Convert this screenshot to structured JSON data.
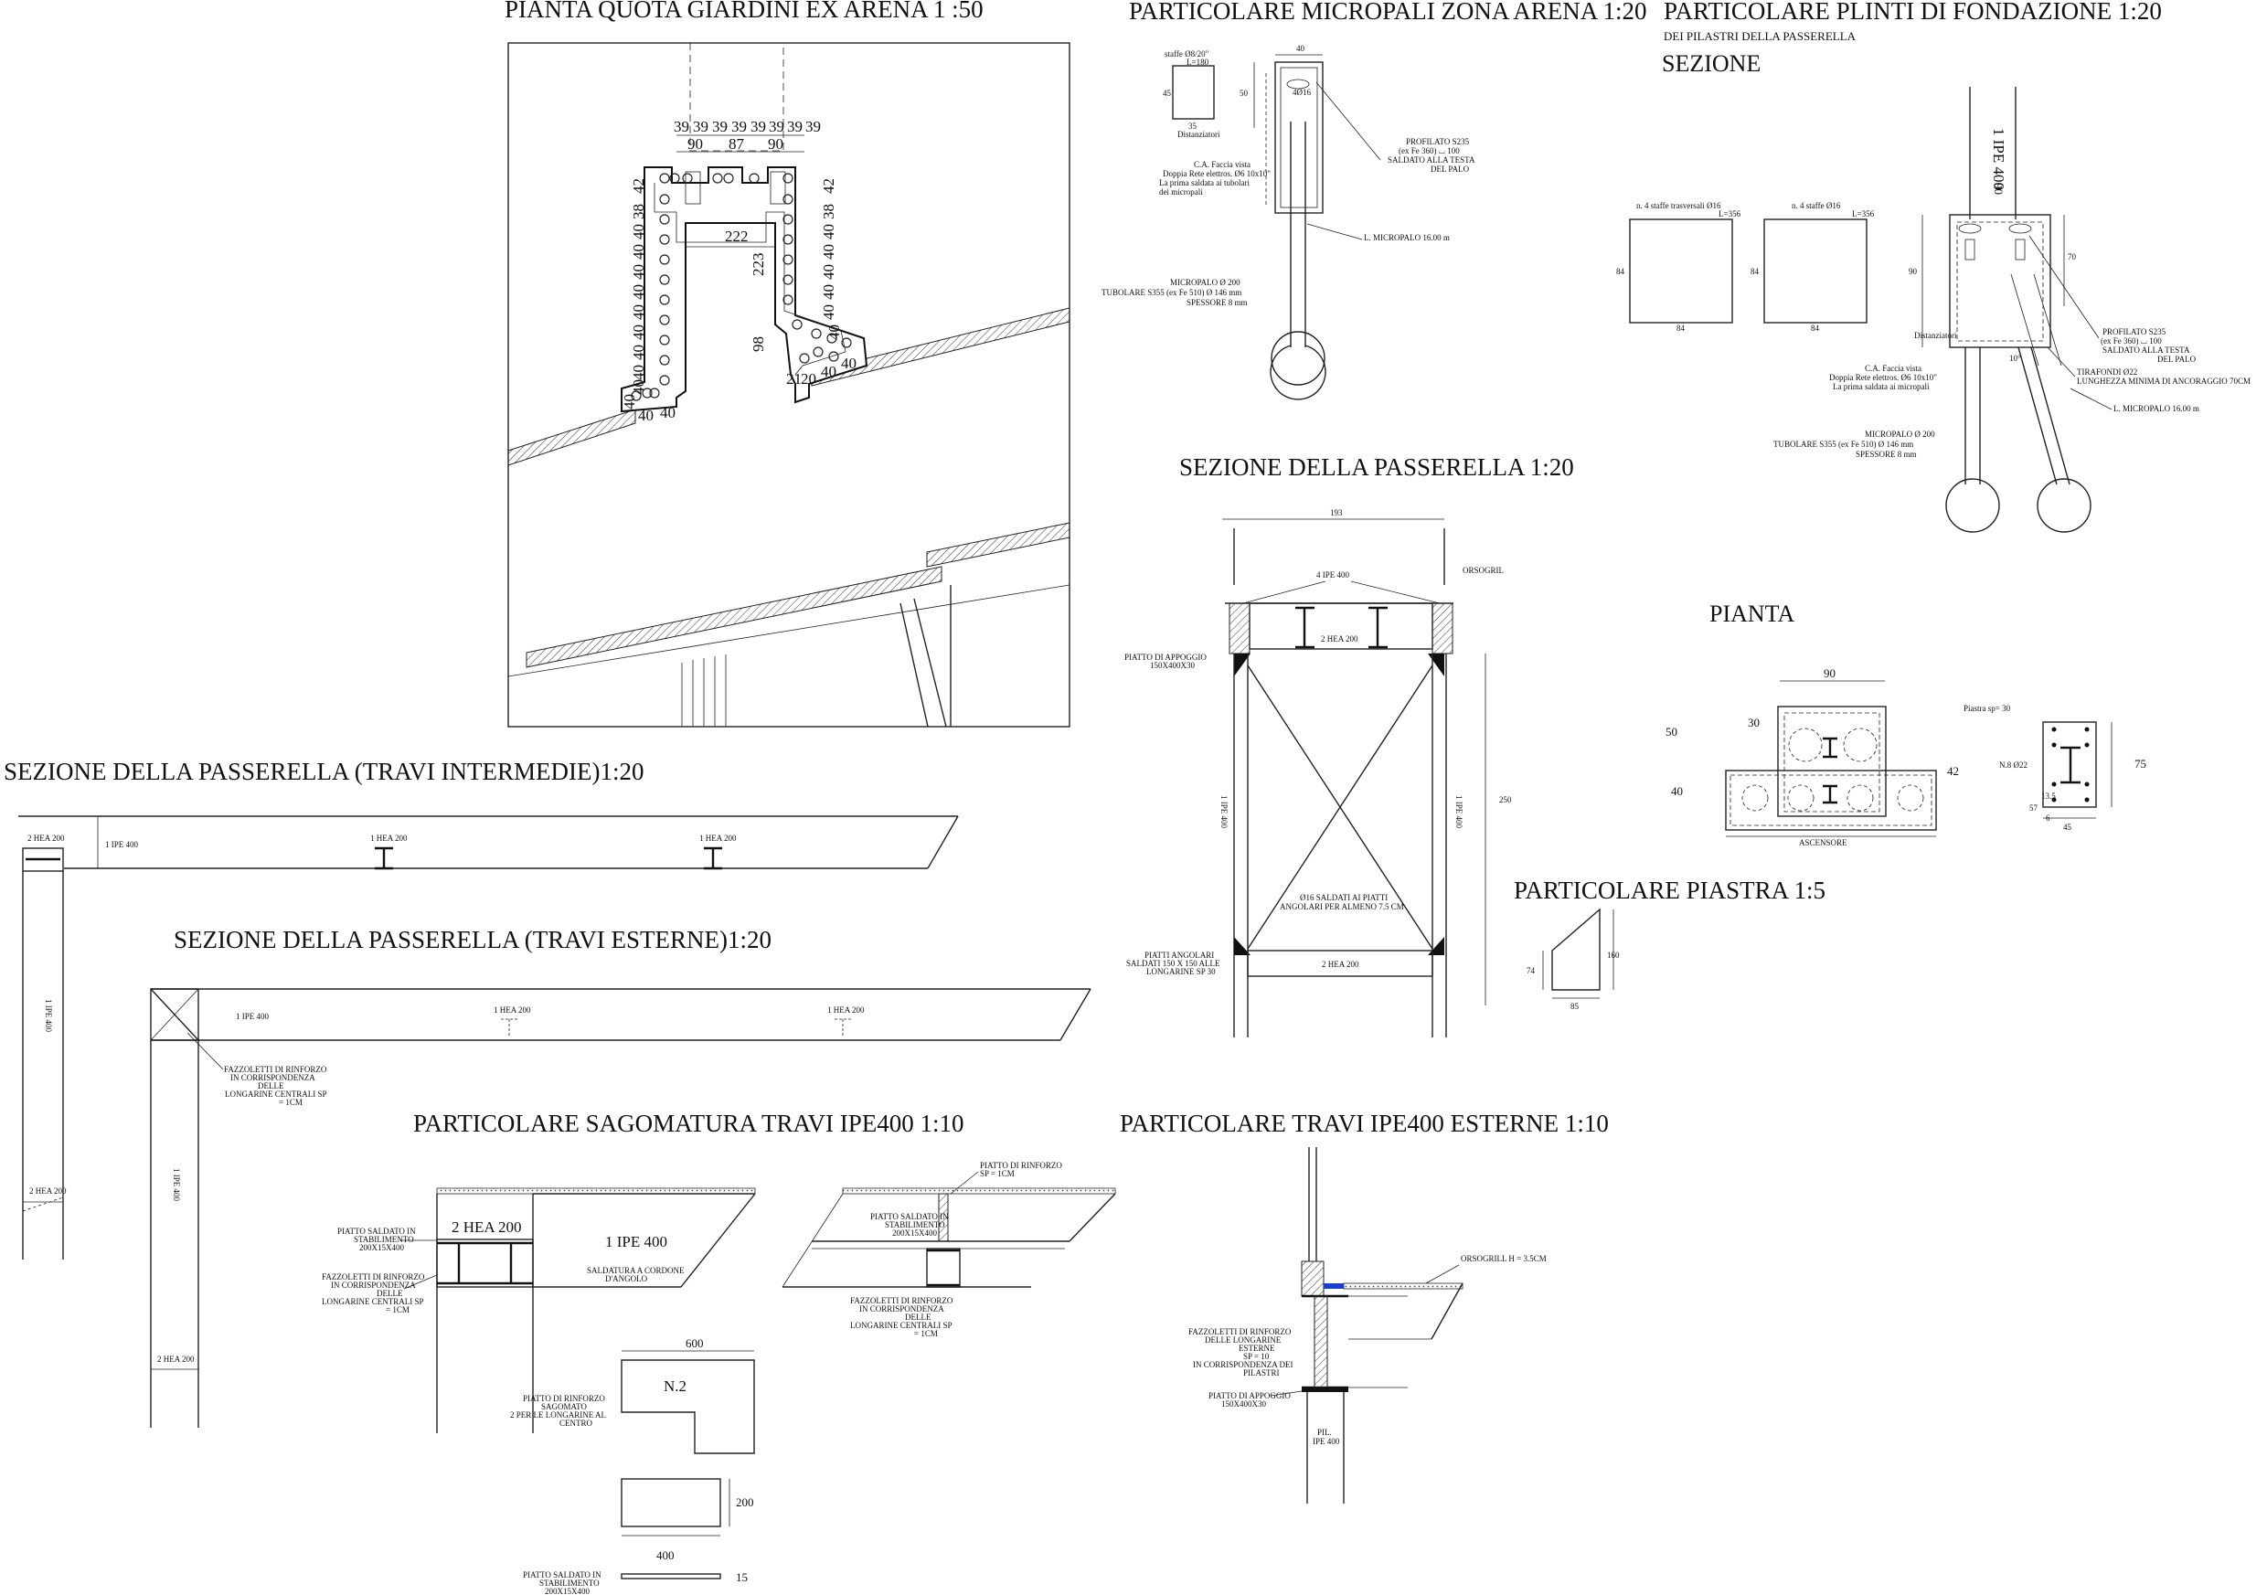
{
  "titles": {
    "pianta_giardini": "PIANTA QUOTA GIARDINI EX ARENA 1 :50",
    "micropali": "PARTICOLARE MICROPALI ZONA ARENA 1:20",
    "plinti": "PARTICOLARE PLINTI DI FONDAZIONE 1:20",
    "plinti_sub": "DEI PILASTRI DELLA PASSERELLA",
    "sezione": "SEZIONE",
    "sezione_passerella": "SEZIONE DELLA PASSERELLA 1:20",
    "pianta": "PIANTA",
    "travi_intermedie": "SEZIONE DELLA PASSERELLA (TRAVI INTERMEDIE)1:20",
    "travi_esterne": "SEZIONE DELLA PASSERELLA (TRAVI ESTERNE)1:20",
    "piastra": "PARTICOLARE PIASTRA 1:5",
    "sagomatura": "PARTICOLARE SAGOMATURA TRAVI IPE400 1:10",
    "ipe_esterne": "PARTICOLARE TRAVI IPE400 ESTERNE 1:10"
  },
  "plan": {
    "top_dims": [
      "39",
      "39",
      "39",
      "39",
      "39",
      "39",
      "39",
      "39"
    ],
    "mid_dims": [
      "90",
      "87",
      "90"
    ],
    "left_dims": [
      "42",
      "38",
      "40",
      "40",
      "40",
      "40",
      "40",
      "40",
      "40",
      "40",
      "40",
      "40"
    ],
    "right_dims": [
      "42",
      "38",
      "40",
      "40",
      "40",
      "40",
      "40",
      "40"
    ],
    "inner_w": "222",
    "inner_h": "223",
    "inner_h2": "98",
    "base_l": "40",
    "base_l2": "40",
    "base_r": "40",
    "base_r2": "40",
    "base_mid": "21",
    "base_mid2": "20"
  },
  "micropali": {
    "staffe": "staffe Ø8/20\"",
    "staffe_l": "L=180",
    "dim_45": "45",
    "dim_35": "35",
    "dim_50": "50",
    "dim_40": "40",
    "bars": "4Ø16",
    "distanziatori": "Distanziatori",
    "ca1": "C.A. Faccia vista",
    "ca2": "Doppia Rete elettros. Ø6 10x10\"",
    "ca3": "La prima saldata ai tubolari",
    "ca4": "dei micropali",
    "prof1": "PROFILATO S235",
    "prof2": "(ex Fe 360) ⌴ 100",
    "prof3": "SALDATO ALLA TESTA",
    "prof4": "DEL PALO",
    "lmicro": "L. MICROPALO 16.00 m",
    "mp1": "MICROPALO  Ø 200",
    "mp2": "TUBOLARE S355 (ex Fe 510) Ø 146 mm",
    "mp3": "SPESSORE 8 mm"
  },
  "plinti": {
    "st1a": "n. 4 staffe trasversali Ø16",
    "st1b": "L=356",
    "st2a": "n. 4 staffe Ø16",
    "st2b": "L=356",
    "d84a": "84",
    "d84b": "84",
    "d84c": "84",
    "d84d": "84",
    "ipe": "1 IPE 400",
    "d90": "90",
    "d90b": "90",
    "d70": "70",
    "prof1": "PROFILATO S235",
    "prof2": "(ex Fe 360) ⌴ 100",
    "prof3": "SALDATO ALLA TESTA",
    "prof4": "DEL PALO",
    "dist": "Distanziatori",
    "ca1": "C.A. Faccia vista",
    "ca2": "Doppia Rete elettros. Ø6 10x10\"",
    "ca3": "La prima saldata ai micropali",
    "tir1": "TIRAFONDI Ø22",
    "tir2": "LUNGHEZZA MINIMA DI ANCORAGGIO 70CM",
    "lmicro": "L. MICROPALO 16.00 m",
    "mp1": "MICROPALO  Ø 200",
    "mp2": "TUBOLARE S355 (ex Fe 510) Ø 146 mm",
    "mp3": "SPESSORE 8 mm",
    "ang": "10°"
  },
  "section": {
    "w": "193",
    "ipe": "4 IPE 400",
    "orso": "ORSOGRIL",
    "hea_top": "2 HEA 200",
    "hea_bot": "2 HEA 200",
    "piatto1": "PIATTO DI APPOGGIO",
    "piatto2": "150X400X30",
    "ipe_l": "1 IPE 400",
    "ipe_r": "1 IPE 400",
    "h": "250",
    "diag1": "Ø16 SALDATI AI PIATTI",
    "diag2": "ANGOLARI PER ALMENO 7.5 CM",
    "ang1": "PIATTI ANGOLARI",
    "ang2": "SALDATI 150 X 150 ALLE",
    "ang3": "LONGARINE SP 30"
  },
  "pianta": {
    "d90": "90",
    "d30": "30",
    "d50": "50",
    "d40": "40",
    "d42": "42",
    "asc": "ASCENSORE",
    "piastra": "Piastra sp= 30",
    "n8": "N.8 Ø22",
    "d75": "75",
    "d135": "13.5",
    "d57": "57",
    "d6": "6",
    "d45": "45"
  },
  "piastra": {
    "d160": "160",
    "d74": "74",
    "d85": "85"
  },
  "intermedie": {
    "hea": "2 HEA 200",
    "ipe": "1 IPE 400",
    "hea_a": "1 HEA 200",
    "hea_b": "1 HEA 200",
    "ipe_v": "1 IPE 400",
    "hea_bot": "2 HEA 200"
  },
  "esterne": {
    "ipe": "1 IPE 400",
    "hea_a": "1 HEA 200",
    "hea_b": "1 HEA 200",
    "ipe_v": "1 IPE 400",
    "f1": "FAZZOLETTI DI RINFORZO",
    "f2": "IN CORRISPONDENZA",
    "f3": "DELLE",
    "f4": "LONGARINE CENTRALI SP",
    "f5": "= 1CM",
    "hea_bot": "2 HEA 200"
  },
  "sagomatura": {
    "p1": "PIATTO SALDATO IN",
    "p2": "STABILIMENTO",
    "p3": "200X15X400",
    "hea": "2 HEA 200",
    "ipe": "1 IPE 400",
    "f1": "FAZZOLETTI DI RINFORZO",
    "f2": "IN CORRISPONDENZA",
    "f3": "DELLE",
    "f4": "LONGARINE CENTRALI SP",
    "f5": "= 1CM",
    "sald1": "SALDATURA A CORDONE",
    "sald2": "D'ANGOLO",
    "r1": "PIATTO DI RINFORZO",
    "r2": "SP = 1CM",
    "q1": "PIATTO SALDATO IN",
    "q2": "STABILIMENTO",
    "q3": "200X15X400",
    "g1": "FAZZOLETTI DI RINFORZO",
    "g2": "IN CORRISPONDENZA",
    "g3": "DELLE",
    "g4": "LONGARINE CENTRALI SP",
    "g5": "= 1CM",
    "d600": "600",
    "n2": "N.2",
    "s1": "PIATTO DI RINFORZO",
    "s2": "SAGOMATO",
    "s3": "2 PER LE LONGARINE AL",
    "s4": "CENTRO",
    "d200": "200",
    "d400": "400",
    "t1": "PIATTO SALDATO IN",
    "t2": "STABILIMENTO",
    "t3": "200X15X400",
    "d15": "15"
  },
  "ipe_est": {
    "orso": "ORSOGRILL H = 3.5CM",
    "f1": "FAZZOLETTI DI RINFORZO",
    "f2": "DELLE LONGARINE",
    "f3": "ESTERNE",
    "f4": "SP = 10",
    "f5": "IN CORRISPONDENZA DEI",
    "f6": "PILASTRI",
    "pa1": "PIATTO DI APPOGGIO",
    "pa2": "150X400X30",
    "pil1": "PIL.",
    "pil2": "IPE 400"
  }
}
